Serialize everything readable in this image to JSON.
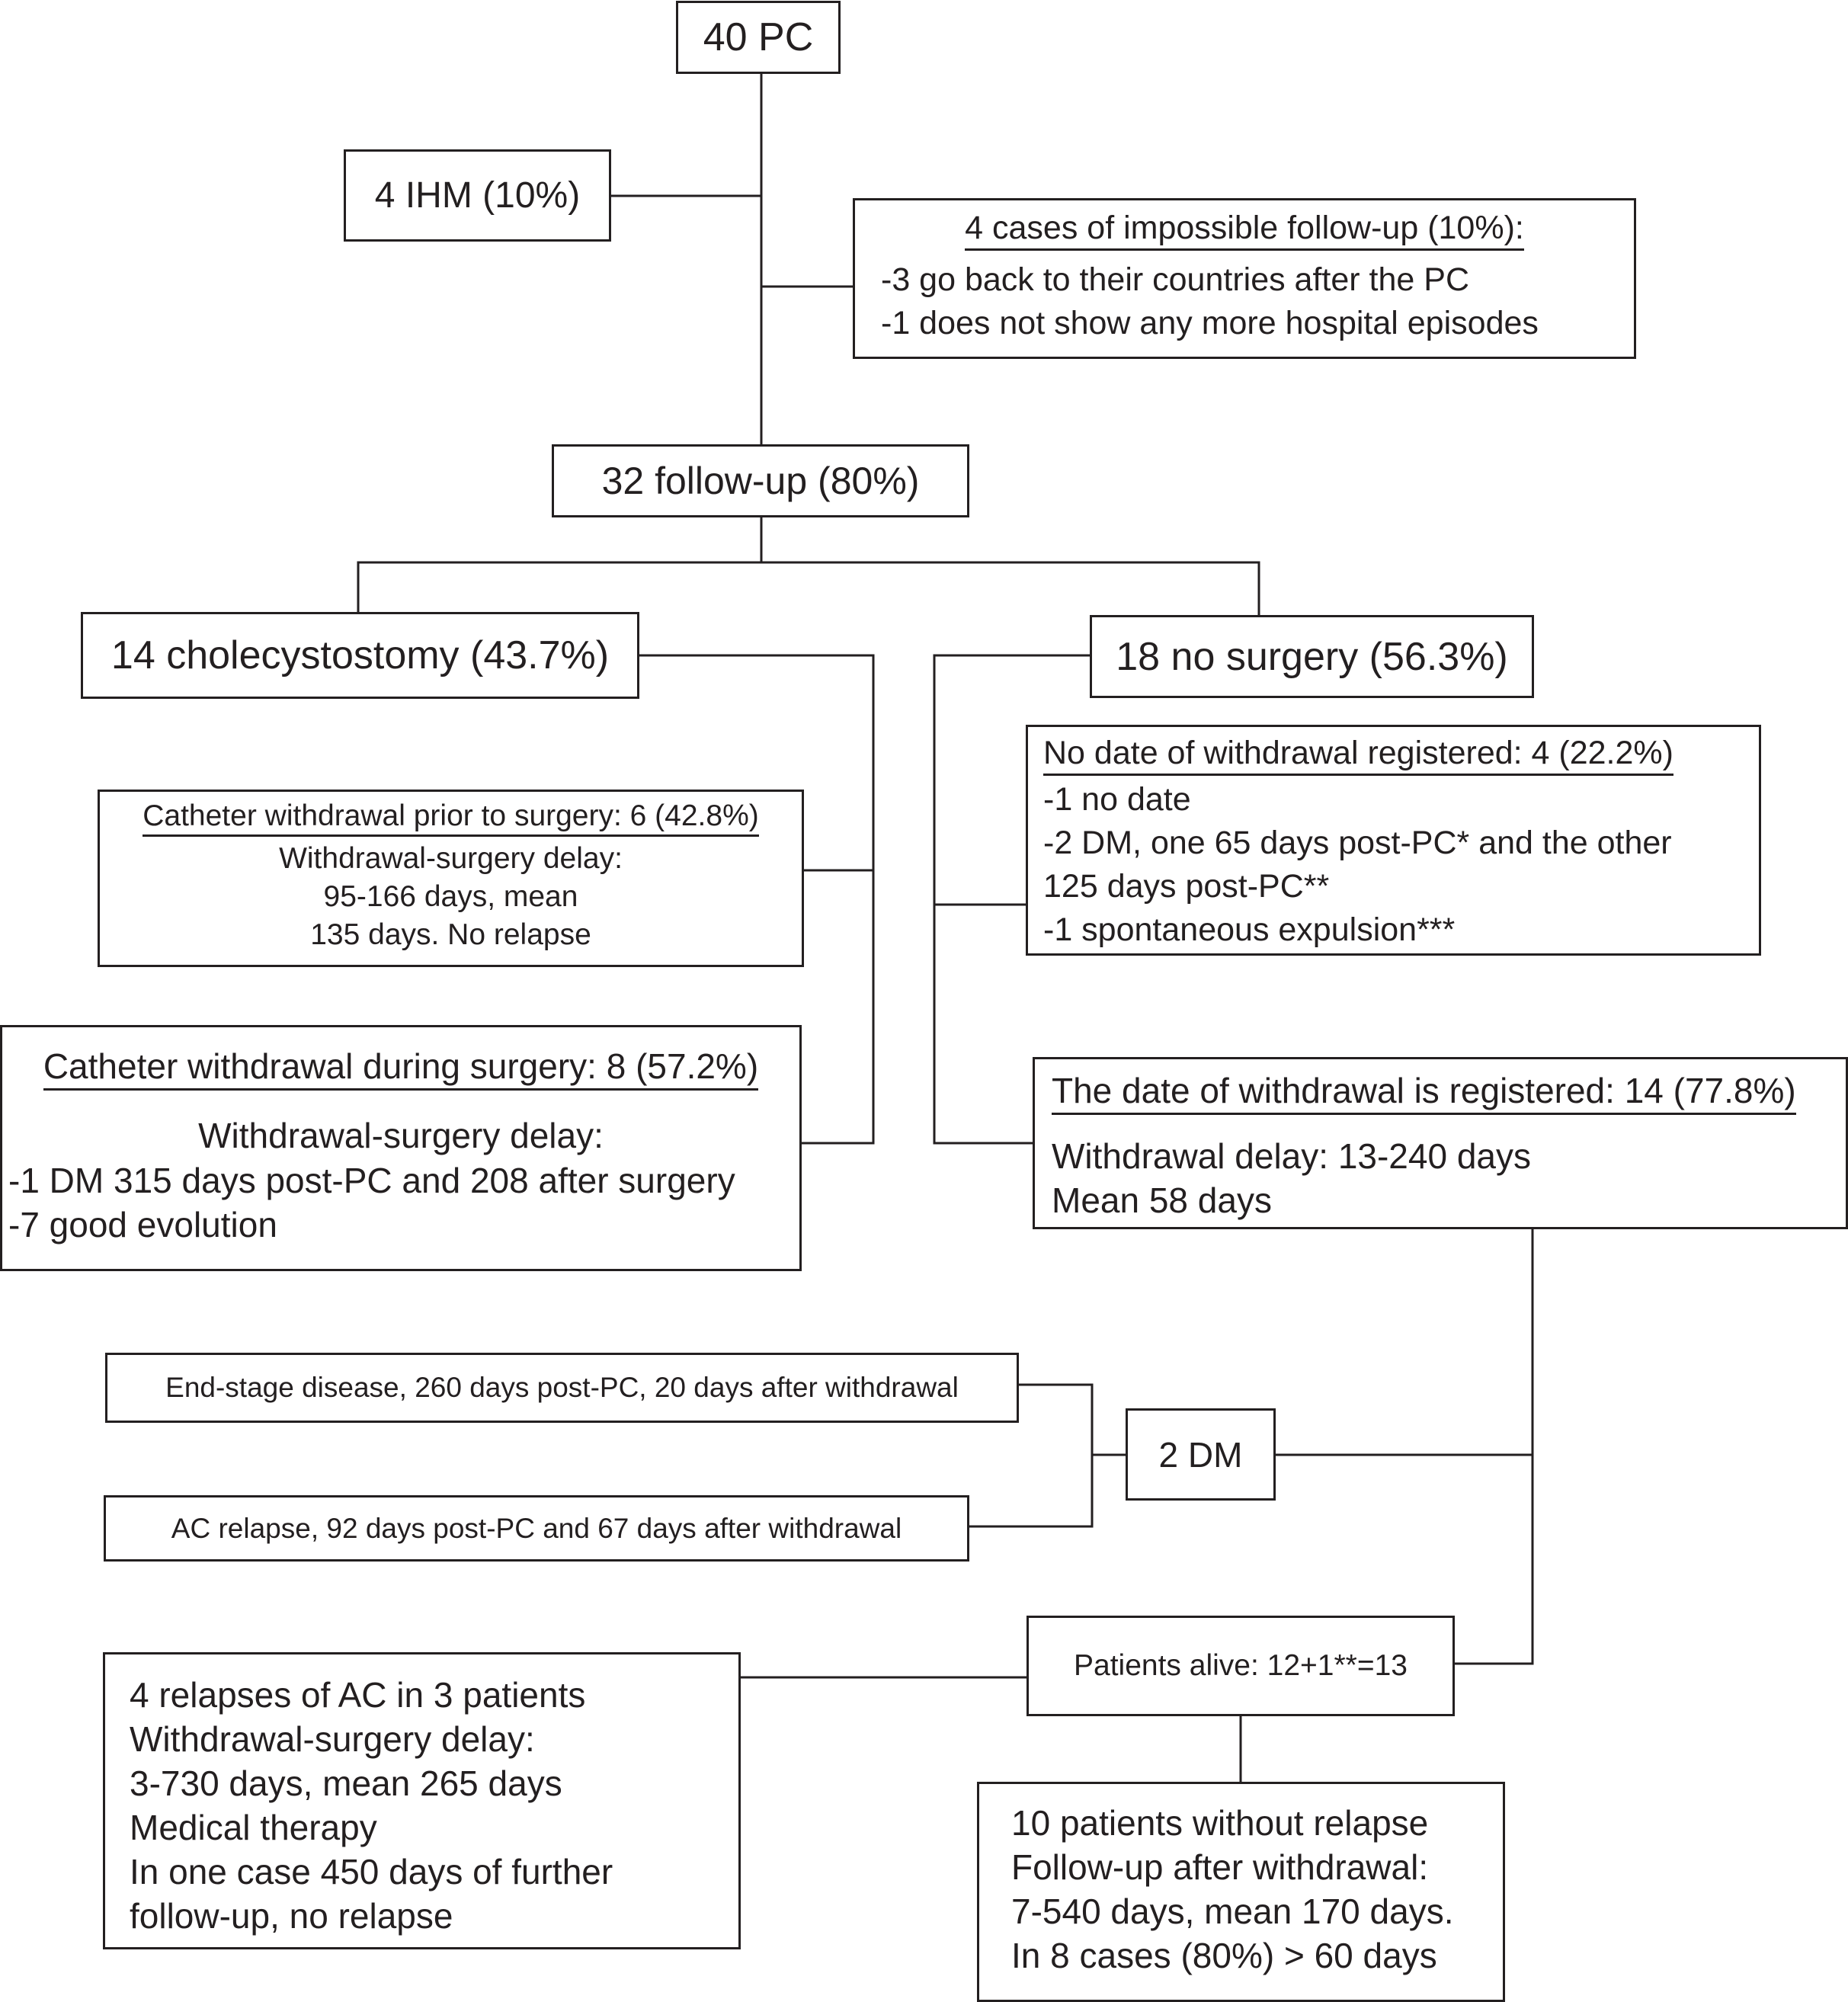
{
  "nodes": {
    "root": "40 PC",
    "ihm": "4 IHM (10%)",
    "impossible": {
      "heading": "4 cases of impossible follow-up (10%):",
      "lines": [
        "-3 go back to their countries after the PC",
        "-1 does not show any more hospital episodes"
      ]
    },
    "followup": "32 follow-up (80%)",
    "cholecystostomy": "14 cholecystostomy (43.7%)",
    "nosurgery": "18 no surgery (56.3%)",
    "prior": {
      "heading": "Catheter withdrawal prior to surgery: 6 (42.8%)",
      "lines": [
        "Withdrawal-surgery delay:",
        "95-166 days, mean",
        "135 days. No relapse"
      ]
    },
    "during": {
      "heading": "Catheter withdrawal during surgery: 8 (57.2%)",
      "lines": [
        "Withdrawal-surgery delay:",
        "-1 DM 315 days post-PC and 208 after surgery",
        "-7 good evolution"
      ]
    },
    "nodate": {
      "heading": "No date of withdrawal registered: 4 (22.2%)",
      "lines": [
        "-1 no date",
        "-2 DM, one 65 days post-PC* and the other",
        "125 days post-PC**",
        "-1 spontaneous expulsion***"
      ]
    },
    "dated": {
      "heading": "The date of withdrawal is registered: 14 (77.8%)",
      "lines": [
        "Withdrawal delay: 13-240 days",
        "Mean 58 days"
      ]
    },
    "endstage": "End-stage disease, 260 days post-PC, 20 days after withdrawal",
    "acrelapse": "AC relapse, 92 days post-PC and 67 days after withdrawal",
    "dm": "2 DM",
    "alive": "Patients alive: 12+1**=13",
    "relapses": {
      "lines": [
        "4 relapses of AC in 3 patients",
        "Withdrawal-surgery delay:",
        "3-730 days, mean 265 days",
        "Medical therapy",
        "In one case 450 days of further",
        "follow-up, no relapse"
      ]
    },
    "norelapse": {
      "lines": [
        "10 patients without relapse",
        "Follow-up after withdrawal:",
        "7-540 days, mean 170 days.",
        "In 8 cases (80%) > 60 days"
      ]
    }
  }
}
